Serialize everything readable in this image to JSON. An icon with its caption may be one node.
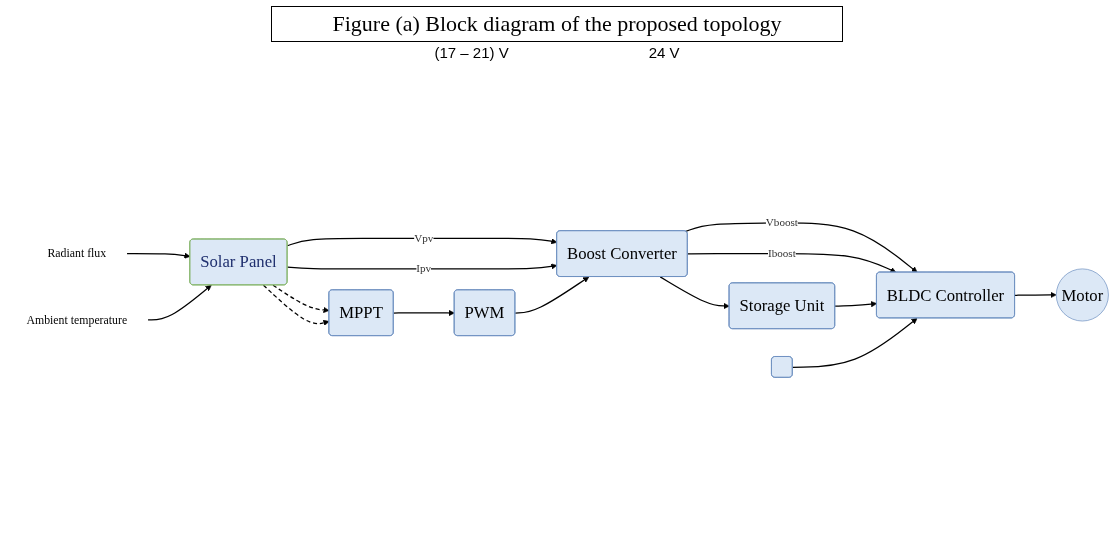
{
  "diagram": {
    "title": "Figure (a) Block diagram of the proposed topology",
    "nodes": [
      {
        "text": [
          "Radiant flux"
        ]
      },
      {
        "text": [
          "Ambient temperature"
        ]
      },
      {
        "text": [
          "Solar Panel"
        ]
      },
      {
        "text": [
          "Boost Converter"
        ]
      },
      {
        "text": [
          "BLDC Controller"
        ]
      },
      {
        "text": [
          "Motor"
        ]
      },
      {
        "text": [
          "PWM"
        ]
      },
      {
        "text": [
          "Storage Unit"
        ]
      },
      {
        "text": [],
        "shape": "box"
      },
      {
        "text": [
          "MPPT"
        ]
      }
    ],
    "edges": [
      {
        "from": 0,
        "to": 2,
        "arrow": "to"
      },
      {
        "from": 1,
        "to": 2,
        "arrow": "to"
      },
      {
        "from": 2,
        "to": 3,
        "arrow": "to",
        "label": "Vpv"
      },
      {
        "from": 2,
        "to": 3,
        "arrow": "to",
        "label": "Ipv"
      },
      {
        "from": 3,
        "to": 4,
        "arrow": "to",
        "label": "Vboost"
      },
      {
        "from": 3,
        "to": 4,
        "arrow": "to",
        "label": "Iboost"
      },
      {
        "from": 4,
        "to": 5,
        "arrow": "to"
      },
      {
        "from": 6,
        "to": 3,
        "arrow": "to"
      },
      {
        "from": 9,
        "to": 6,
        "arrow": "to"
      },
      {
        "from": 3,
        "to": 7,
        "arrow": "to"
      },
      {
        "from": 7,
        "to": 4,
        "arrow": "to"
      },
      {
        "from": 8,
        "to": 4,
        "arrow": "to"
      },
      {
        "from": 2,
        "to": 9,
        "arrow": "to",
        "style": "dashed"
      },
      {
        "from": 2,
        "to": 9,
        "arrow": "to",
        "style": "dashed"
      }
    ],
    "labels": [
      "(17 – 21) V",
      "24 V"
    ]
  }
}
